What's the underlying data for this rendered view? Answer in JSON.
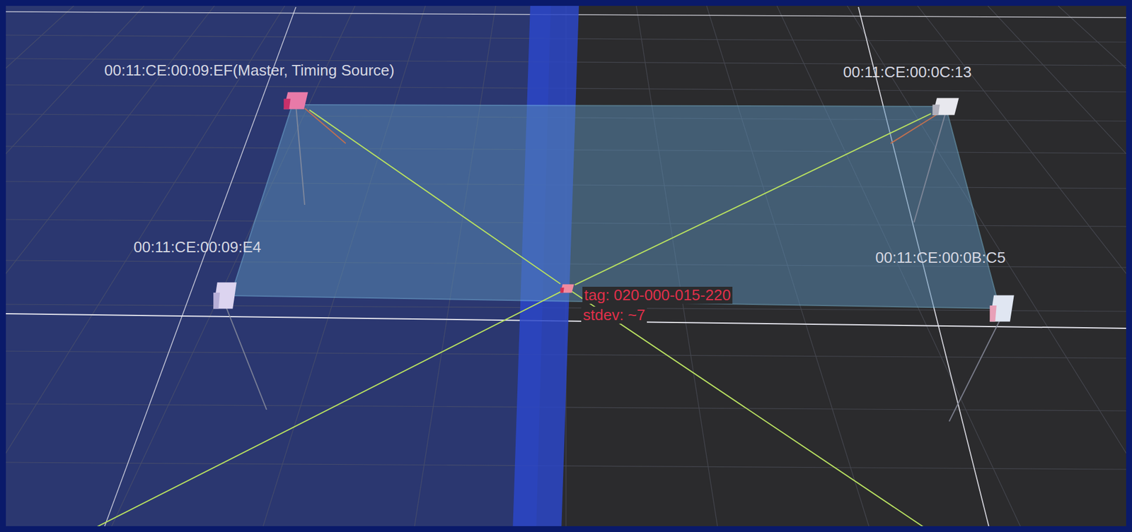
{
  "diagram": {
    "nodes": [
      {
        "text": [
          "00:11:CE:00:09:EF(Master, Timing Source)"
        ]
      },
      {
        "text": [
          "00:11:CE:00:0C:13"
        ]
      },
      {
        "text": [
          "00:11:CE:00:09:E4"
        ]
      },
      {
        "text": [
          "00:11:CE:00:0B:C5"
        ]
      },
      {
        "text": [
          "tag: 020-000-015-220",
          "stdev: ~7"
        ]
      }
    ],
    "edges": [
      {
        "from": 0,
        "to": 4,
        "arrow": "none"
      },
      {
        "from": 1,
        "to": 4,
        "arrow": "none"
      }
    ]
  }
}
